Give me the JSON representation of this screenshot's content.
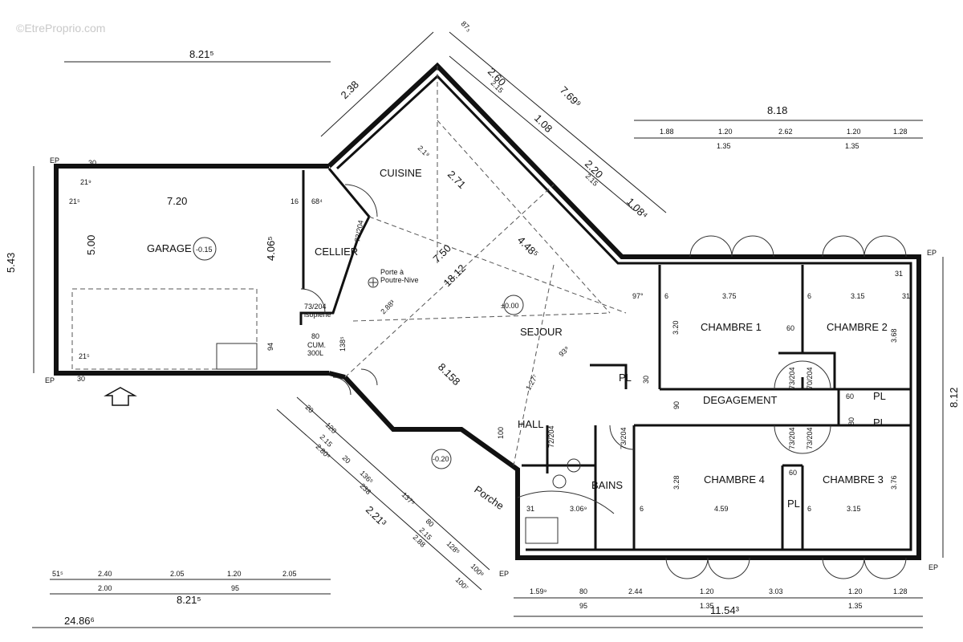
{
  "watermark": "©EtreProprio.com",
  "rooms": {
    "garage": "GARAGE",
    "garage_level": "-0.15",
    "cellier": "CELLIER",
    "cuisine": "CUISINE",
    "sejour": "SEJOUR",
    "sejour_level": "±0.00",
    "chambre1": "CHAMBRE 1",
    "chambre2": "CHAMBRE 2",
    "chambre3": "CHAMBRE 3",
    "chambre4": "CHAMBRE 4",
    "degagement": "DEGAGEMENT",
    "hall": "HALL",
    "bains": "BAINS",
    "porche": "Porche",
    "porche_level": "-0.20",
    "pl1": "PL",
    "pl2": "PL",
    "pl3": "PL",
    "pl4": "PL"
  },
  "notes": {
    "porte": "Porte à",
    "poutre": "Poutre-Nive",
    "isoplene_a": "73/204",
    "isoplene_b": "isoplene",
    "cum_a": "CUM.",
    "cum_b": "300L",
    "ep1": "EP",
    "ep2": "EP",
    "ep3": "EP",
    "ep4": "EP",
    "ep5": "EP"
  },
  "dims": {
    "top_left_total": "8.21⁵",
    "left_height": "5.43",
    "garage_width": "7.20",
    "garage_inner_h": "5.00",
    "garage_21": "21⁵",
    "garage_21b": "21⁵",
    "garage_21c": "21⁹",
    "garage_30a": "30",
    "garage_30b": "30",
    "garage_16": "16",
    "cellier_68": "68⁴",
    "cellier_h": "4.06⁵",
    "d94": "94",
    "d80": "80",
    "d138": "138⁵",
    "d238": "2.38",
    "d873": "87₃",
    "d260": "2.60",
    "d215": "2.15",
    "d108": "1.08",
    "d769": "7.69⁹",
    "d220": "2.20",
    "d215b": "2.15",
    "d1084": "1.08⁴",
    "d219": "2.1⁹",
    "d271": "2.71",
    "d750": "7.50",
    "d1812": "18.12",
    "d448": "4.48⁵",
    "d288": "2.88³",
    "d8158": "8.158",
    "d1277": "1.27⁷",
    "d939": "93⁹",
    "d100": "100",
    "top_right_total": "8.18",
    "tr_188": "1.88",
    "tr_120a": "1.20",
    "tr_262": "2.62",
    "tr_120b": "1.20",
    "tr_128": "1.28",
    "tr_135a": "1.35",
    "tr_135b": "1.35",
    "d97": "97°",
    "c1_w": "3.75",
    "c1_h": "3.20",
    "c2_w": "3.15",
    "c2_h": "3.68",
    "d6a": "6",
    "d6b": "6",
    "d31a": "31",
    "d60a": "60",
    "d60b": "60",
    "d60c": "60",
    "d30": "30",
    "d90": "90",
    "d80b": "80",
    "right_h": "8.12",
    "c4_w": "4.59",
    "c4_h": "3.28",
    "c3_w": "3.15",
    "c3_h": "3.76",
    "d6c": "6",
    "d6d": "6",
    "d31b": "31",
    "d31c": "31",
    "bains_w": "3.06⁹",
    "bot_159": "1.59⁹",
    "bot_80": "80",
    "bot_95": "95",
    "bot_244": "2.44",
    "bot_120a": "1.20",
    "bot_135a": "1.35",
    "bot_303": "3.03",
    "bot_120b": "1.20",
    "bot_135b": "1.35",
    "bot_128": "1.28",
    "bot_11543": "11.54³",
    "bot_24866": "24.86⁶",
    "bl_51": "51⁵",
    "bl_240": "2.40",
    "bl_205a": "2.05",
    "bl_120": "1.20",
    "bl_205b": "2.05",
    "bl_200": "2.00",
    "bl_95": "95",
    "bl_total": "8.21⁵",
    "diag_20": "20",
    "diag_120": "120",
    "diag_215": "2.15",
    "diag_2809": "2.80⁹",
    "diag_20b": "20",
    "diag_1365": "136⁵",
    "diag_238": "238",
    "diag_1375": "137⁵",
    "diag_2213": "2.21³",
    "diag_80": "80",
    "diag_215b": "2.15",
    "diag_288": "2.88",
    "diag_1285": "128⁵",
    "diag_1008": "100⁸",
    "diag_1007": "100⁷",
    "door_7204a": "73/204",
    "door_7204b": "73/204",
    "door_7204c": "73/204",
    "door_7204d": "73/204",
    "door_7204e": "72/204",
    "door_7204f": "70/204",
    "door_7204g": "73/204"
  }
}
